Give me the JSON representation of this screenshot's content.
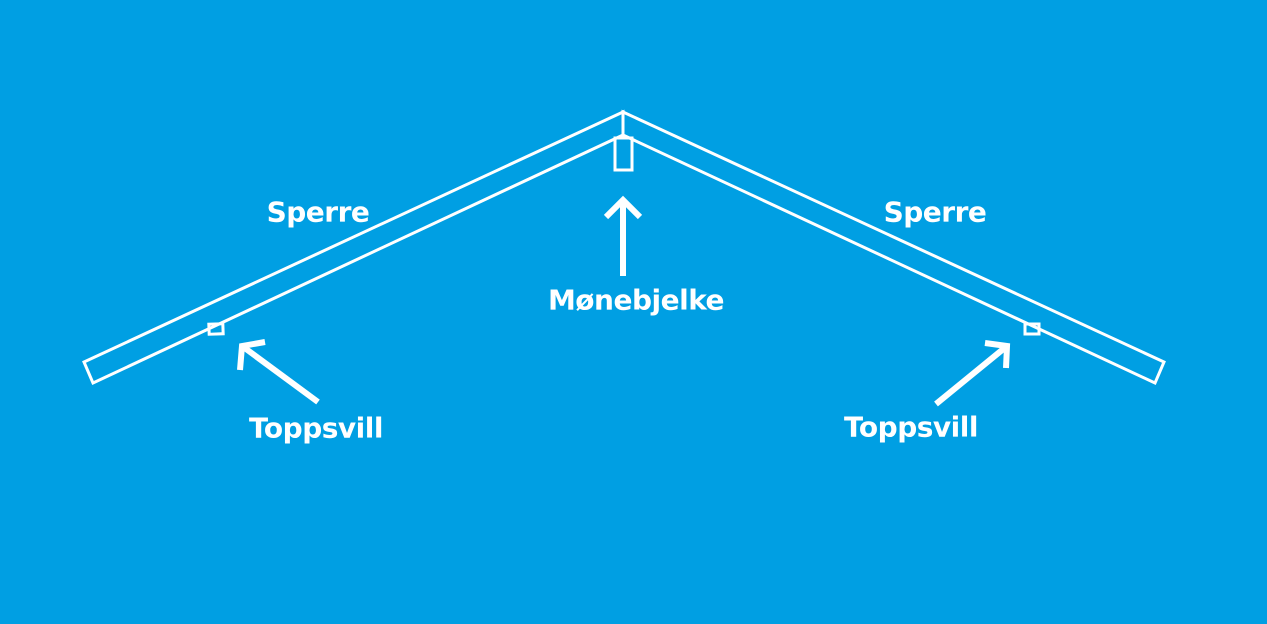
{
  "background_color": "#009fe3",
  "line_color": "#ffffff",
  "labels": {
    "rafter_left": "Sperre",
    "rafter_right": "Sperre",
    "ridge_beam": "Mønebjelke",
    "top_plate_left": "Toppsvill",
    "top_plate_right": "Toppsvill"
  }
}
